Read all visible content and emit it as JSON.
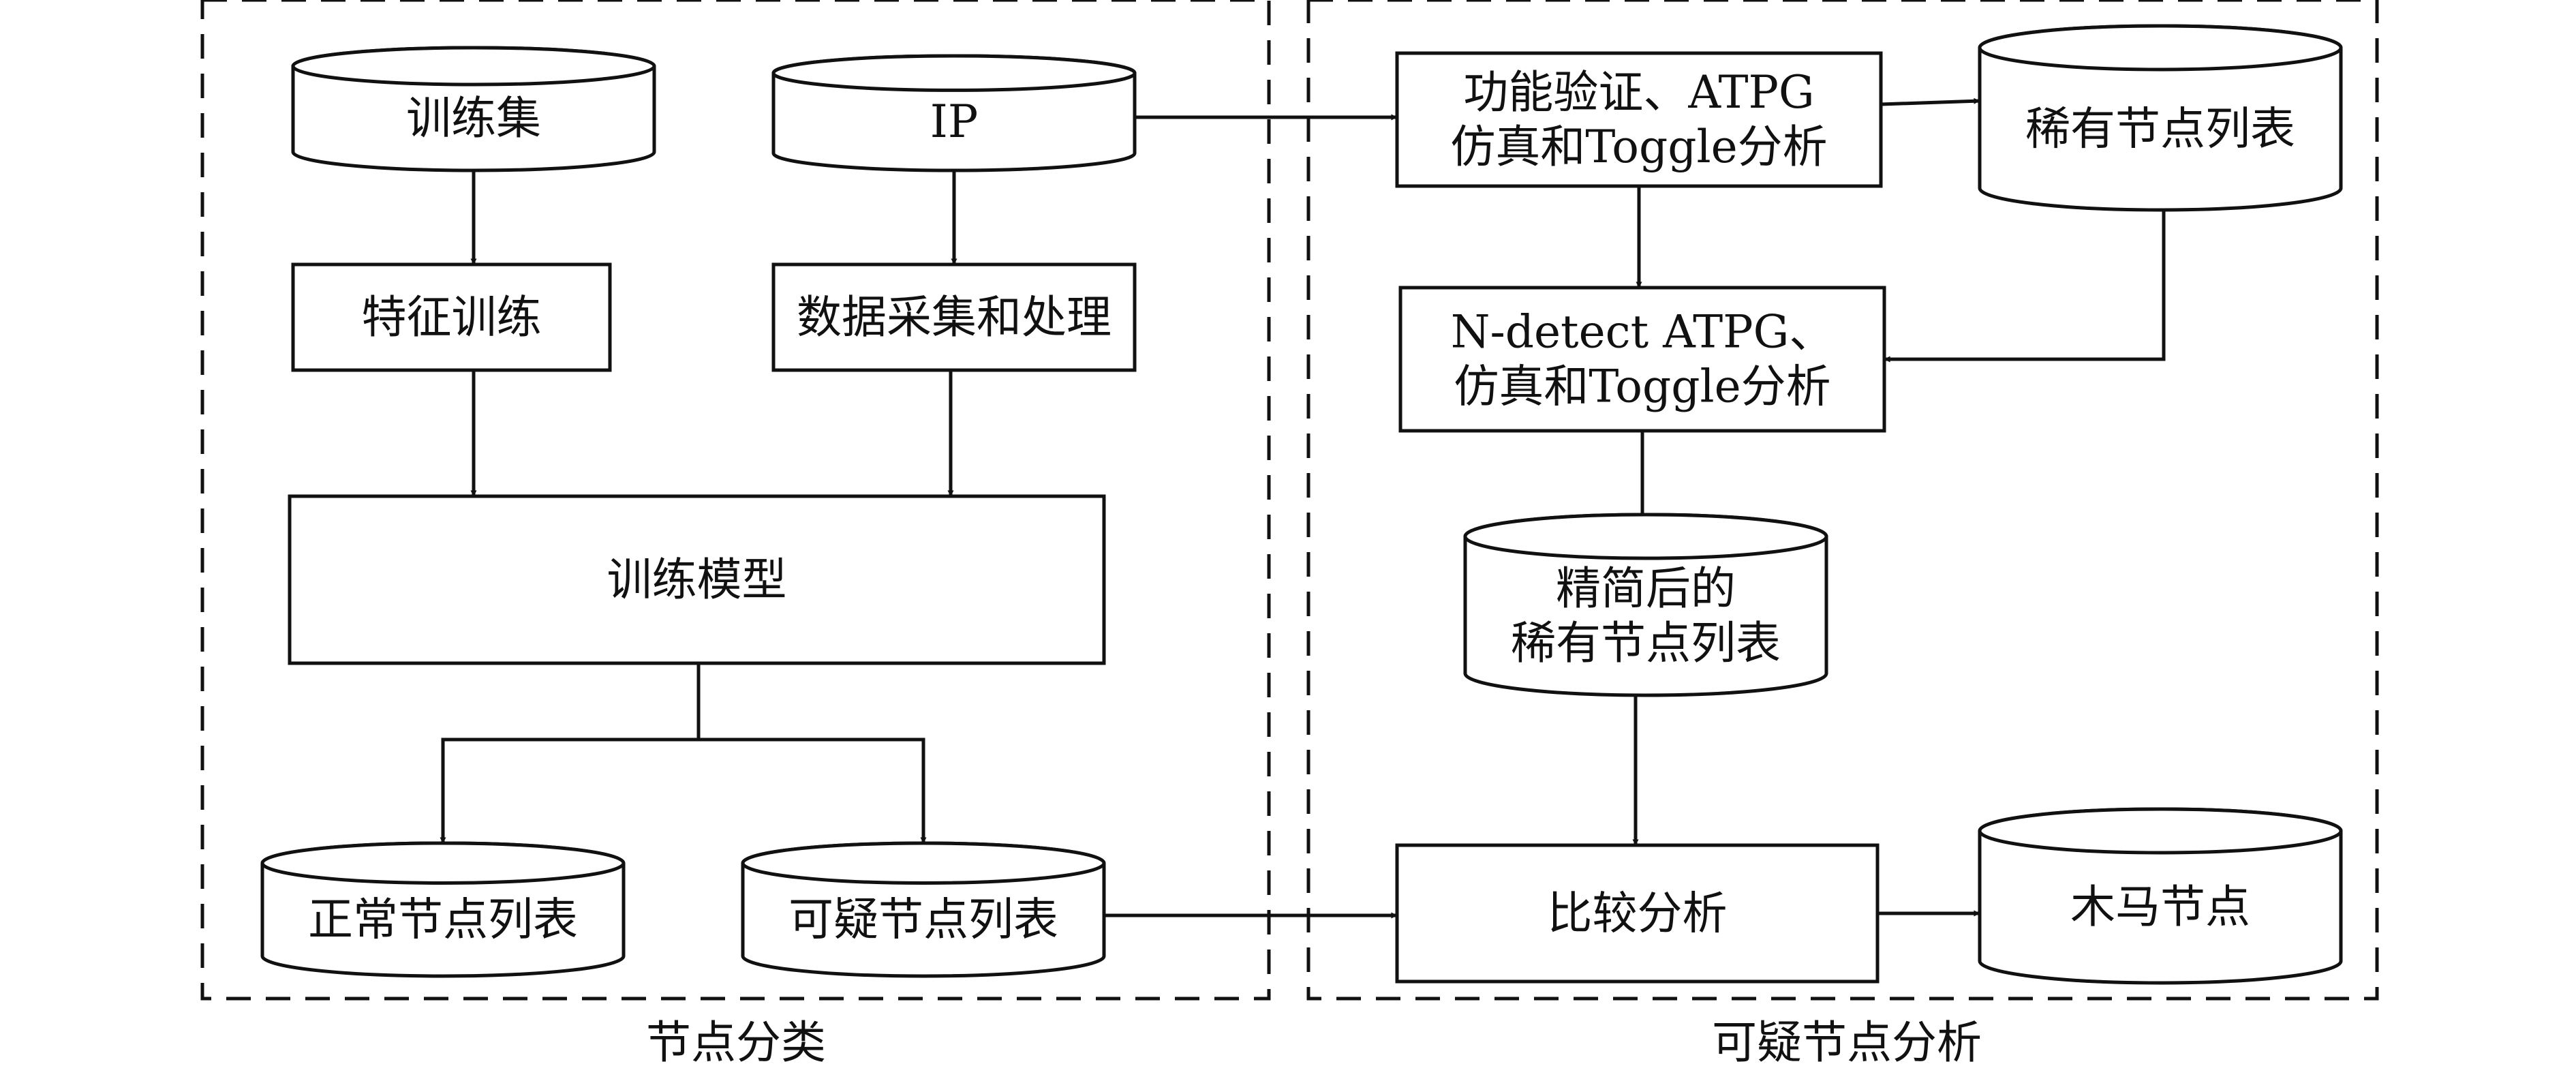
{
  "groups": {
    "left": {
      "caption": "节点分类"
    },
    "right": {
      "caption": "可疑节点分析"
    }
  },
  "nodes": {
    "training_set": {
      "shape": "cylinder",
      "lines": [
        "训练集"
      ]
    },
    "ip": {
      "shape": "cylinder",
      "lines": [
        "IP"
      ]
    },
    "feature_training": {
      "shape": "box",
      "lines": [
        "特征训练"
      ]
    },
    "data_collection": {
      "shape": "box",
      "lines": [
        "数据采集和处理"
      ]
    },
    "training_model": {
      "shape": "box",
      "lines": [
        "训练模型"
      ]
    },
    "normal_nodes": {
      "shape": "cylinder",
      "lines": [
        "正常节点列表"
      ]
    },
    "suspicious_nodes": {
      "shape": "cylinder",
      "lines": [
        "可疑节点列表"
      ]
    },
    "func_verify": {
      "shape": "box",
      "lines": [
        "功能验证、ATPG",
        "仿真和Toggle分析"
      ]
    },
    "rare_nodes": {
      "shape": "cylinder",
      "lines": [
        "稀有节点列表"
      ]
    },
    "ndetect": {
      "shape": "box",
      "lines": [
        "N-detect ATPG、",
        "仿真和Toggle分析"
      ]
    },
    "reduced_rare": {
      "shape": "cylinder",
      "lines": [
        "精简后的",
        "稀有节点列表"
      ]
    },
    "compare": {
      "shape": "box",
      "lines": [
        "比较分析"
      ]
    },
    "trojan_nodes": {
      "shape": "cylinder",
      "lines": [
        "木马节点"
      ]
    }
  },
  "edges": [
    {
      "from": "training_set",
      "to": "feature_training"
    },
    {
      "from": "feature_training",
      "to": "training_model"
    },
    {
      "from": "ip",
      "to": "data_collection"
    },
    {
      "from": "data_collection",
      "to": "training_model"
    },
    {
      "from": "training_model",
      "to": "normal_nodes"
    },
    {
      "from": "training_model",
      "to": "suspicious_nodes"
    },
    {
      "from": "ip",
      "to": "func_verify"
    },
    {
      "from": "func_verify",
      "to": "rare_nodes"
    },
    {
      "from": "func_verify",
      "to": "ndetect"
    },
    {
      "from": "rare_nodes",
      "to": "ndetect"
    },
    {
      "from": "ndetect",
      "to": "reduced_rare"
    },
    {
      "from": "reduced_rare",
      "to": "compare"
    },
    {
      "from": "suspicious_nodes",
      "to": "compare"
    },
    {
      "from": "compare",
      "to": "trojan_nodes"
    }
  ]
}
